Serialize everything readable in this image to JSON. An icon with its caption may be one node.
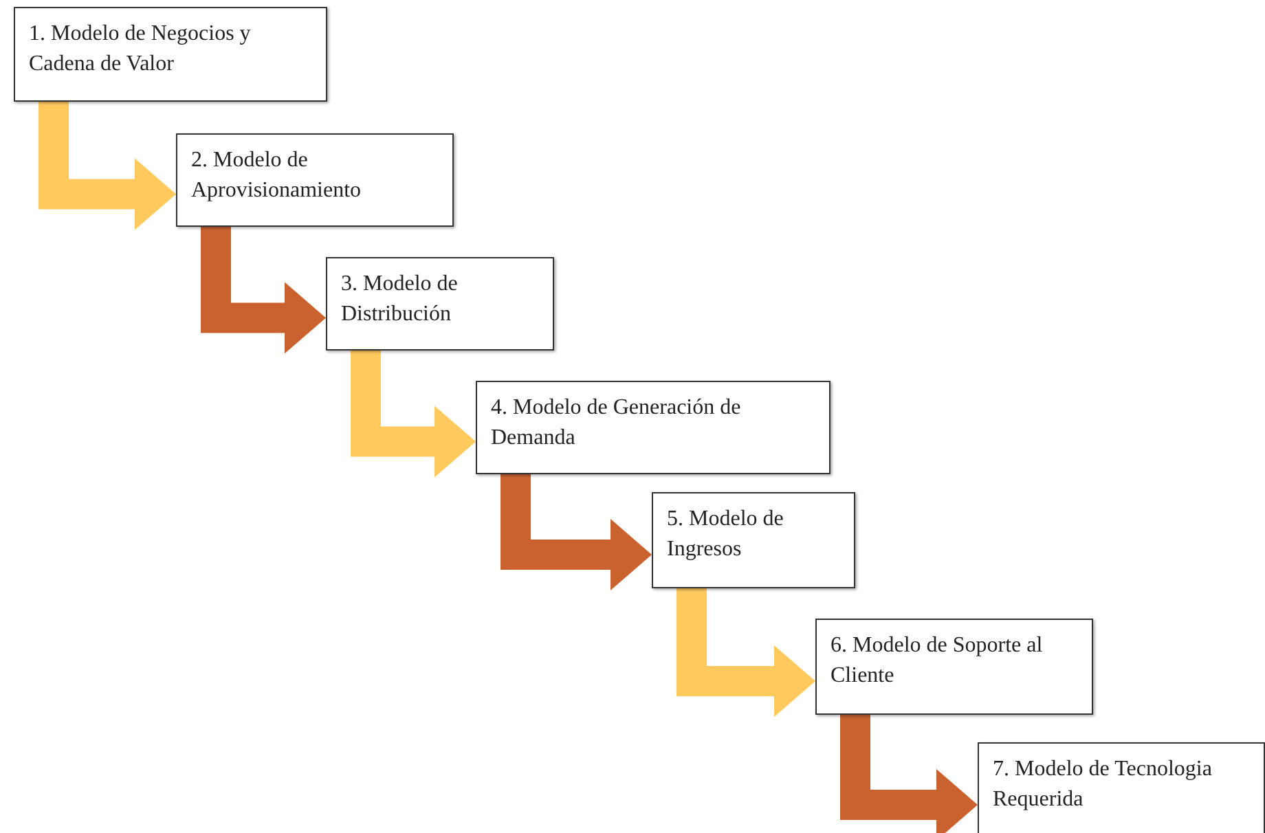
{
  "diagram": {
    "nodes": [
      {
        "text": [
          "1. Modelo de Negocios y Cadena de Valor"
        ]
      },
      {
        "text": [
          "2. Modelo de Aprovisionamiento"
        ]
      },
      {
        "text": [
          "3. Modelo de Distribución"
        ]
      },
      {
        "text": [
          "4. Modelo de Generación de Demanda"
        ]
      },
      {
        "text": [
          "5. Modelo de Ingresos"
        ]
      },
      {
        "text": [
          "6. Modelo de Soporte al Cliente"
        ]
      },
      {
        "text": [
          "7. Modelo de Tecnologia Requerida"
        ]
      }
    ],
    "edges": [
      {
        "from": 0,
        "to": 1,
        "arrow": "to",
        "color": "#ffc95e"
      },
      {
        "from": 1,
        "to": 2,
        "arrow": "to",
        "color": "#c9622f"
      },
      {
        "from": 2,
        "to": 3,
        "arrow": "to",
        "color": "#ffc95e"
      },
      {
        "from": 3,
        "to": 4,
        "arrow": "to",
        "color": "#c9622f"
      },
      {
        "from": 4,
        "to": 5,
        "arrow": "to",
        "color": "#ffc95e"
      },
      {
        "from": 5,
        "to": 6,
        "arrow": "to",
        "color": "#c9622f"
      }
    ]
  }
}
